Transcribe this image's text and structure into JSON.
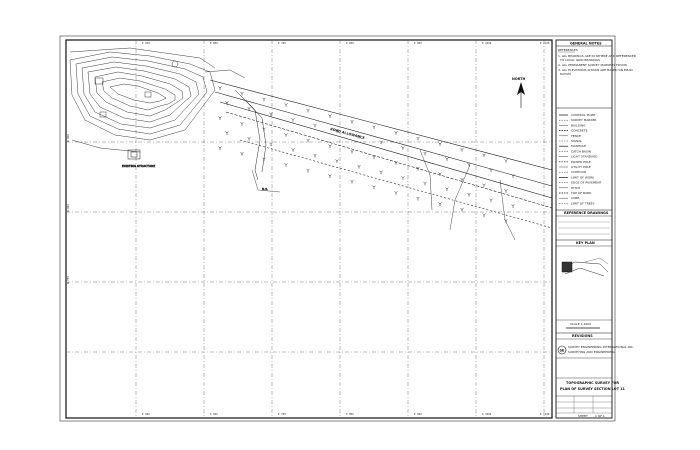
{
  "document": {
    "type": "topographic survey drawing sheet"
  },
  "title_block": {
    "general_notes_heading": "GENERAL NOTES",
    "references_label": "REFERENCES",
    "notes": [
      "1. ALL BEARINGS ARE IN SPHERE AND REFERENCED",
      "TO LOCAL GRID BEARINGS",
      "2. ALL PERMANENT SURVEY MARKERS FOUND",
      "3. ALL ELEVATIONS SHOWN ARE BASED ON MEAN",
      "DATUM"
    ],
    "north_label": "NORTH",
    "legend_items": [
      "CONTROL POINT",
      "SURVEY MARKER",
      "BUILDING",
      "CONCRETE",
      "FENCE",
      "SIGNAL",
      "MANHOLE",
      "CATCH BASIN",
      "LIGHT STANDARD",
      "POWER POLE",
      "UTILITY POLE",
      "CONTOUR",
      "LIMIT OF WORK",
      "EDGE OF PAVEMENT",
      "DITCH",
      "TOP OF BANK",
      "CURB",
      "LIMIT OF TREES"
    ],
    "reference_drawings_heading": "REFERENCE DRAWINGS",
    "key_plan_heading": "KEY PLAN",
    "scale_label": "SCALE 1:1000",
    "revisions_heading": "REVISIONS",
    "company_name": "SURVEY ENGINEERING INTERNATIONAL INC.",
    "company_sub": "SURVEYING AND ENGINEERING",
    "drawing_title_1": "TOPOGRAPHIC SURVEY FOR",
    "drawing_title_2": "PLAN OF SURVEY SECTION LOT 11",
    "sheet_label": "SHEET",
    "sheet_value": "1 OF 1"
  },
  "grid": {
    "top_coords": [
      "E 500",
      "E 600",
      "E 700",
      "E 800",
      "E 900",
      "E 1000",
      "E 1100"
    ],
    "bottom_coords": [
      "E 500",
      "E 600",
      "E 700",
      "E 800",
      "E 900",
      "E 1000",
      "E 1100"
    ],
    "side_coords": [
      "N 900",
      "N 800",
      "N 700"
    ]
  },
  "callouts": {
    "road": "ROAD ALLOWANCE",
    "structure": "EXISTING STRUCTURE"
  },
  "colors": {
    "ink": "#111111",
    "paper": "#ffffff",
    "grid_line": "#555555"
  }
}
